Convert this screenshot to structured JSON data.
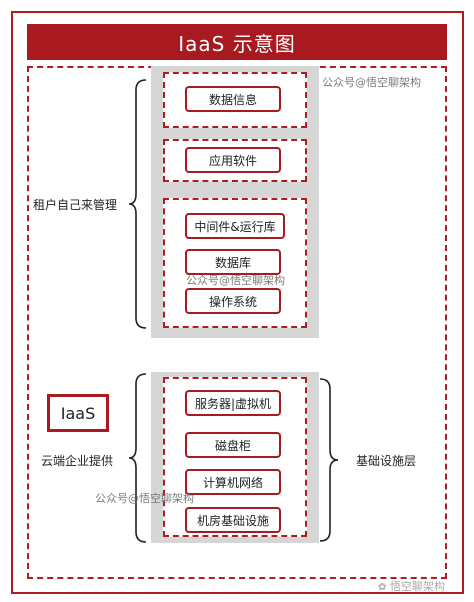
{
  "title": "IaaS 示意图",
  "tenant_label": "租户自己来管理",
  "provider_label": "云端企业提供",
  "infra_label": "基础设施层",
  "iaas_tag": "IaaS",
  "tenant_boxes": {
    "data_info": "数据信息",
    "app_software": "应用软件",
    "middleware": "中间件&运行库",
    "database": "数据库",
    "os": "操作系统"
  },
  "infra_boxes": {
    "server": "服务器|虚拟机",
    "disk": "磁盘柜",
    "network": "计算机网络",
    "facility": "机房基础设施"
  },
  "watermarks": {
    "wm1": "公众号@悟空聊架构",
    "wm2": "公众号@悟空聊架构",
    "wm3": "公众号@悟空聊架构",
    "wm4": "悟空聊架构"
  },
  "colors": {
    "accent": "#a81a20",
    "panel": "#d6d6d6"
  }
}
